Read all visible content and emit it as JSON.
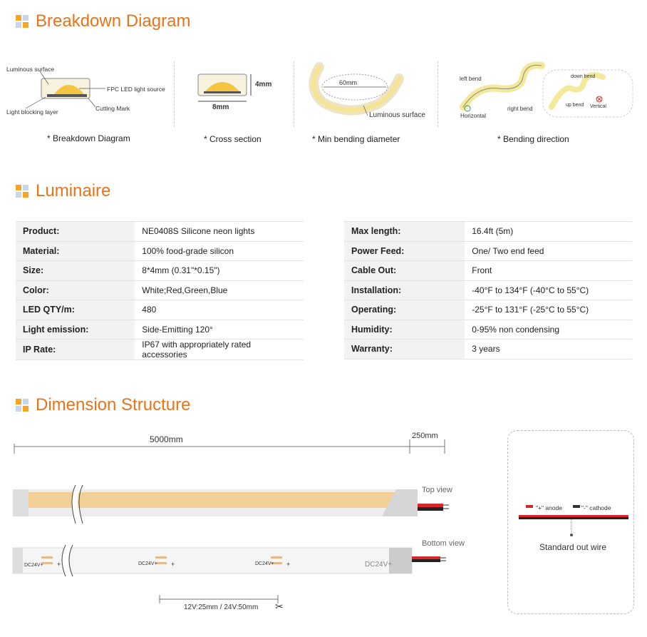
{
  "sections": {
    "breakdown": "Breakdown Diagram",
    "luminaire": "Luminaire",
    "dimension": "Dimension Structure"
  },
  "breakdown": {
    "labels": {
      "luminous_surface": "Luminous surface",
      "fpc": "FPC LED light source",
      "blocking": "Light blocking layer",
      "cutting": "Cutting Mark",
      "h4": "4mm",
      "w8": "8mm",
      "d60": "60mm",
      "luminous_surface2": "Luminous surface",
      "left_bend": "left bend",
      "right_bend": "right bend",
      "horizontal": "Horizontal",
      "down_bend": "down bend",
      "up_bend": "up bend",
      "vertical": "Vertical"
    },
    "captions": {
      "c1": "* Breakdown Diagram",
      "c2": "* Cross section",
      "c3": "* Min bending diameter",
      "c4": "* Bending direction"
    }
  },
  "luminaire": {
    "left": [
      {
        "k": "Product:",
        "v": "NE0408S Silicone neon lights"
      },
      {
        "k": "Material:",
        "v": "100% food-grade silicon"
      },
      {
        "k": "Size:",
        "v": "8*4mm (0.31\"*0.15\")"
      },
      {
        "k": "Color:",
        "v": "White;Red,Green,Blue"
      },
      {
        "k": "LED QTY/m:",
        "v": "480"
      },
      {
        "k": "Light emission:",
        "v": "Side-Emitting 120°"
      },
      {
        "k": "IP Rate:",
        "v": "IP67 with appropriately rated accessories"
      }
    ],
    "right": [
      {
        "k": "Max length:",
        "v": "16.4ft (5m)"
      },
      {
        "k": "Power Feed:",
        "v": "One/ Two end feed"
      },
      {
        "k": "Cable Out:",
        "v": "Front"
      },
      {
        "k": "Installation:",
        "v": "-40°F to 134°F (-40°C to 55°C)"
      },
      {
        "k": "Operating:",
        "v": "-25°F to 131°F (-25°C to 55°C)"
      },
      {
        "k": "Humidity:",
        "v": "0-95% non condensing"
      },
      {
        "k": "Warranty:",
        "v": "3 years"
      }
    ]
  },
  "dimension": {
    "len_main": "5000mm",
    "len_tail": "250mm",
    "top_view": "Top view",
    "bottom_view": "Bottom view",
    "pcb_label": "DC24V+",
    "pcb_label_big": "DC24V+",
    "plus": "+",
    "cut_interval": "12V:25mm / 24V:50mm",
    "anode": "\"+\" anode",
    "cathode": "\"-\" cathode",
    "out_wire": "Standard out wire"
  },
  "colors": {
    "accent": "#e8731b",
    "led_yellow": "#f3c24a",
    "strip_body": "#f1d8a8",
    "wire_red": "#d8272b"
  }
}
